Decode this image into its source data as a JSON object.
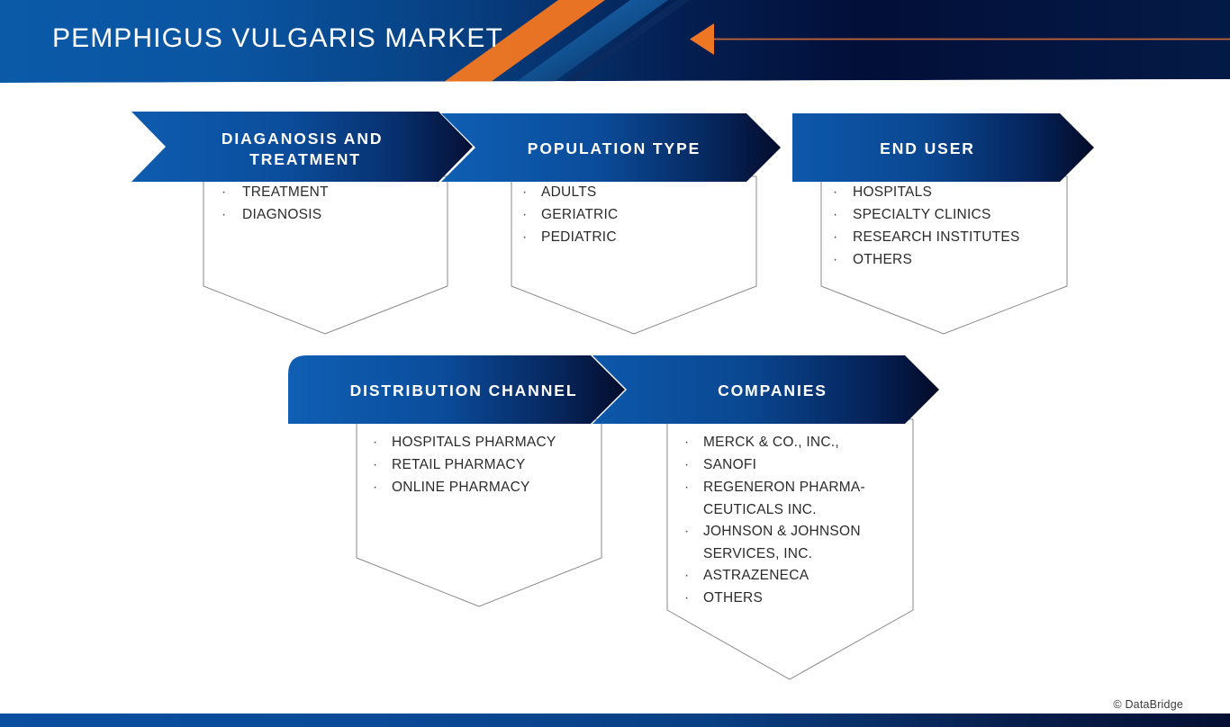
{
  "header": {
    "title": "PEMPHIGUS VULGARIS MARKET",
    "arrow_icon": "left-arrow-icon",
    "accent_color": "#ef7622",
    "background_from": "#0a5aa8",
    "background_to": "#020b33"
  },
  "sections": [
    {
      "id": "diagnosis-and-treatment",
      "label": "DIAGANOSIS AND TREATMENT",
      "label_lines": [
        "DIAGANOSIS AND",
        "TREATMENT"
      ],
      "items": [
        "TREATMENT",
        "DIAGNOSIS"
      ]
    },
    {
      "id": "population-type",
      "label": "POPULATION TYPE",
      "label_lines": [
        "POPULATION TYPE"
      ],
      "items": [
        "ADULTS",
        "GERIATRIC",
        "PEDIATRIC"
      ]
    },
    {
      "id": "end-user",
      "label": "END USER",
      "label_lines": [
        "END USER"
      ],
      "items": [
        "HOSPITALS",
        "SPECIALTY CLINICS",
        "RESEARCH INSTITUTES",
        "OTHERS"
      ]
    },
    {
      "id": "distribution-channel",
      "label": "DISTRIBUTION CHANNEL",
      "label_lines": [
        "DISTRIBUTION CHANNEL"
      ],
      "items": [
        "HOSPITALS PHARMACY",
        "RETAIL PHARMACY",
        "ONLINE PHARMACY"
      ]
    },
    {
      "id": "companies",
      "label": "COMPANIES",
      "label_lines": [
        "COMPANIES"
      ],
      "items": [
        "MERCK & CO., INC.,",
        "SANOFI",
        "REGENERON PHARMA-CEUTICALS INC.",
        "JOHNSON & JOHNSON SERVICES, INC.",
        "ASTRAZENECA",
        "OTHERS"
      ],
      "item_lines": [
        [
          "MERCK & CO., INC.,"
        ],
        [
          "SANOFI"
        ],
        [
          "REGENERON PHARMA-",
          "CEUTICALS INC."
        ],
        [
          "JOHNSON & JOHNSON",
          "SERVICES, INC."
        ],
        [
          "ASTRAZENECA"
        ],
        [
          "OTHERS"
        ]
      ]
    }
  ],
  "footer": {
    "copyright": "© DataBridge"
  },
  "colors": {
    "banner_blue": "#0b54a6",
    "banner_navy": "#061238",
    "card_border": "#7a7a7a",
    "bullet": "·"
  }
}
